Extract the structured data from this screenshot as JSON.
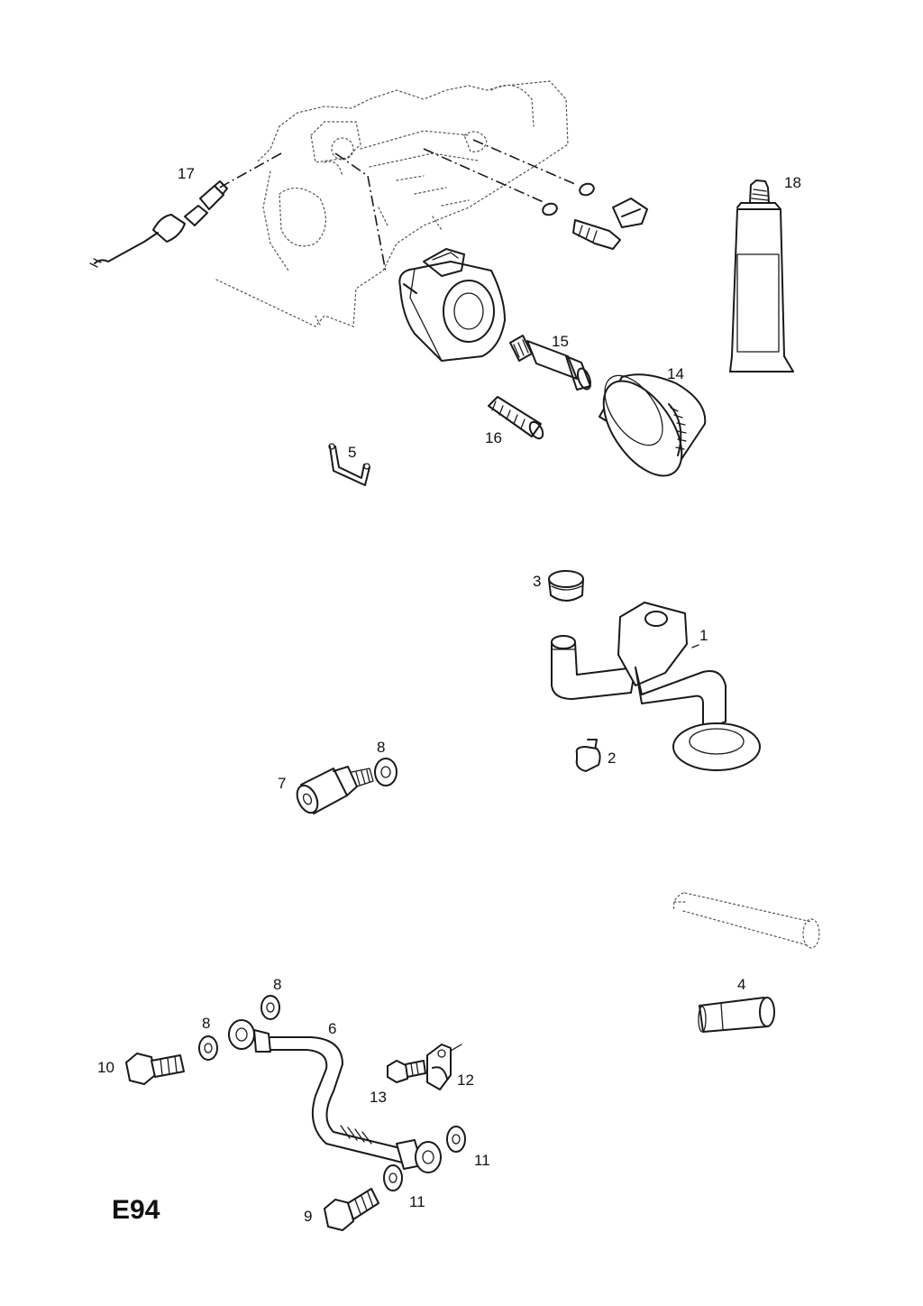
{
  "diagram_code": "E94",
  "part_labels": {
    "p1": "1",
    "p2": "2",
    "p3": "3",
    "p4": "4",
    "p5": "5",
    "p6": "6",
    "p7": "7",
    "p8a": "8",
    "p8b": "8",
    "p8c": "8",
    "p9": "9",
    "p10": "10",
    "p11a": "11",
    "p11b": "11",
    "p12": "12",
    "p13": "13",
    "p14": "14",
    "p15": "15",
    "p16": "16",
    "p17": "17",
    "p18": "18"
  }
}
